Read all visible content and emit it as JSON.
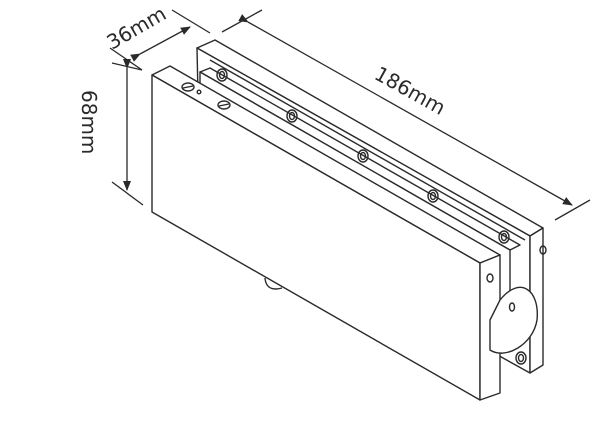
{
  "dimensions": {
    "depth": "36mm",
    "height": "68mm",
    "length": "186mm"
  },
  "colors": {
    "line": "#2a2a2a",
    "background": "#ffffff"
  }
}
